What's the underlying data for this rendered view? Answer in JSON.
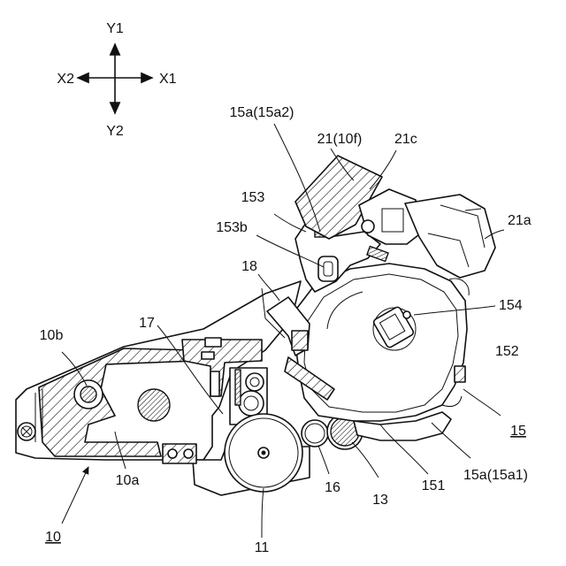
{
  "axes": {
    "y1": "Y1",
    "y2": "Y2",
    "x1": "X1",
    "x2": "X2"
  },
  "labels": {
    "l_15a_15a2": "15a(15a2)",
    "l_21_10f": "21(10f)",
    "l_21c": "21c",
    "l_21a": "21a",
    "l_153": "153",
    "l_153b": "153b",
    "l_18": "18",
    "l_154": "154",
    "l_17": "17",
    "l_10b": "10b",
    "l_152": "152",
    "l_15": "15",
    "l_10a": "10a",
    "l_16": "16",
    "l_13": "13",
    "l_151": "151",
    "l_15a_15a1": "15a(15a1)",
    "l_10": "10",
    "l_11": "11"
  }
}
